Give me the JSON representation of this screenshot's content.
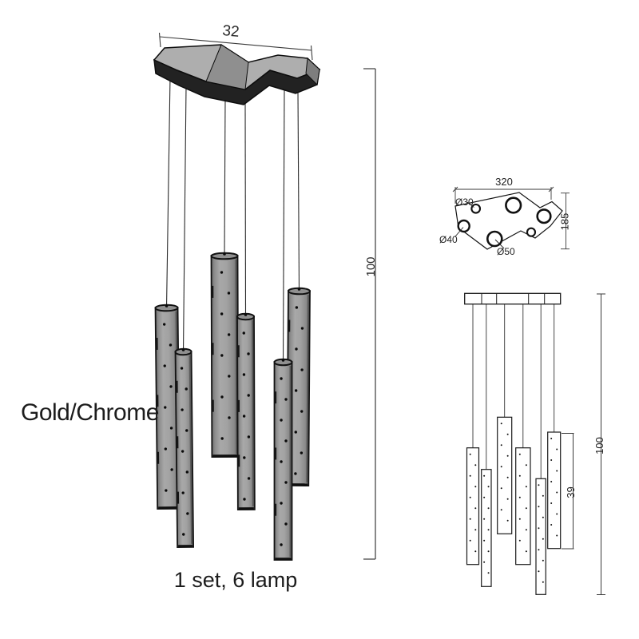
{
  "colors": {
    "background": "#ffffff",
    "line": "#1a1a1a",
    "dim_line": "#3a3a3a",
    "cable": "#2a2a2a",
    "tube_light": "#a8a8a8",
    "tube_mid": "#9a9a9a",
    "tube_dark": "#6c6c6c",
    "canopy_top": "#aeaeae",
    "canopy_mid_shade": "#8f8f8f",
    "canopy_front": "#222222"
  },
  "main_view": {
    "finish_label": "Gold/Chrome",
    "caption": "1 set, 6 lamp",
    "width_dim": "32",
    "height_dim": "100",
    "lamp_count": 6
  },
  "top_view": {
    "width_dim": "320",
    "depth_dim": "185",
    "hole_dia_small": "Ø30",
    "hole_dia_medium": "Ø40",
    "hole_dia_large": "Ø50"
  },
  "front_view": {
    "height_dim": "100",
    "lamp_length_dim": "39"
  }
}
